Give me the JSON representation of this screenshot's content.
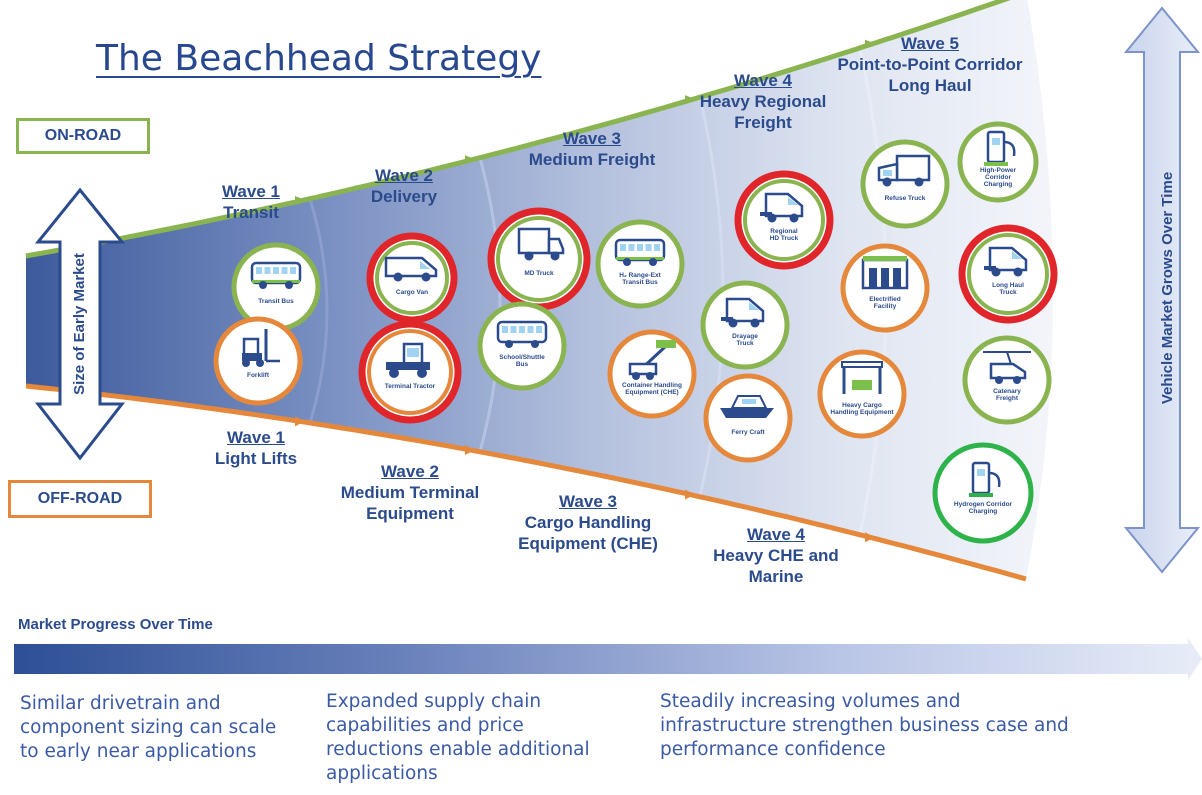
{
  "title": "The Beachhead Strategy",
  "on_road_label": "ON-ROAD",
  "off_road_label": "OFF-ROAD",
  "early_market_label": "Size of Early Market",
  "vehicle_market_label": "Vehicle Market Grows Over Time",
  "on_road_waves": [
    {
      "wave": "Wave 1",
      "lines": [
        "Transit"
      ]
    },
    {
      "wave": "Wave 2",
      "lines": [
        "Delivery"
      ]
    },
    {
      "wave": "Wave 3",
      "lines": [
        "Medium Freight"
      ]
    },
    {
      "wave": "Wave 4",
      "lines": [
        "Heavy Regional",
        "Freight"
      ]
    },
    {
      "wave": "Wave 5",
      "lines": [
        "Point-to-Point Corridor",
        "Long Haul"
      ]
    }
  ],
  "off_road_waves": [
    {
      "wave": "Wave 1",
      "lines": [
        "Light Lifts"
      ]
    },
    {
      "wave": "Wave 2",
      "lines": [
        "Medium Terminal",
        "Equipment"
      ]
    },
    {
      "wave": "Wave 3",
      "lines": [
        "Cargo Handling",
        "Equipment (CHE)"
      ]
    },
    {
      "wave": "Wave 4",
      "lines": [
        "Heavy CHE and",
        "Marine"
      ]
    }
  ],
  "nodes": [
    {
      "label": [
        "Transit Bus"
      ],
      "ring": "green",
      "icon": "bus-icon"
    },
    {
      "label": [
        "Forklift"
      ],
      "ring": "orange",
      "icon": "forklift-icon"
    },
    {
      "label": [
        "Cargo Van"
      ],
      "ring": "red-green",
      "icon": "van-icon"
    },
    {
      "label": [
        "Terminal Tractor"
      ],
      "ring": "red-orange",
      "icon": "terminal-tractor-icon"
    },
    {
      "label": [
        "MD Truck"
      ],
      "ring": "red-green",
      "icon": "truck-icon"
    },
    {
      "label": [
        "H₂ Range-Ext",
        "Transit Bus"
      ],
      "ring": "green",
      "icon": "bus-icon"
    },
    {
      "label": [
        "School/Shuttle",
        "Bus"
      ],
      "ring": "green",
      "icon": "school-bus-icon"
    },
    {
      "label": [
        "Container Handling",
        "Equipment (CHE)"
      ],
      "ring": "orange",
      "icon": "crane-icon"
    },
    {
      "label": [
        "Regional",
        "HD Truck"
      ],
      "ring": "red-green",
      "icon": "semi-truck-icon"
    },
    {
      "label": [
        "Drayage",
        "Truck"
      ],
      "ring": "green",
      "icon": "semi-truck-icon"
    },
    {
      "label": [
        "Ferry Craft"
      ],
      "ring": "orange",
      "icon": "ferry-icon"
    },
    {
      "label": [
        "Electrified",
        "Facility"
      ],
      "ring": "orange",
      "icon": "facility-icon"
    },
    {
      "label": [
        "Heavy Cargo",
        "Handling Equipment"
      ],
      "ring": "orange",
      "icon": "gantry-icon"
    },
    {
      "label": [
        "Refuse Truck"
      ],
      "ring": "green",
      "icon": "refuse-truck-icon"
    },
    {
      "label": [
        "High-Power",
        "Corridor",
        "Charging"
      ],
      "ring": "green",
      "icon": "charger-icon"
    },
    {
      "label": [
        "Long Haul",
        "Truck"
      ],
      "ring": "red-green",
      "icon": "semi-truck-icon"
    },
    {
      "label": [
        "Catenary",
        "Freight"
      ],
      "ring": "green",
      "icon": "catenary-icon"
    },
    {
      "label": [
        "Hydrogen Corridor",
        "Charging"
      ],
      "ring": "bright-green",
      "icon": "hydrogen-pump-icon"
    }
  ],
  "progress_title": "Market Progress Over Time",
  "captions": [
    "Similar drivetrain and component sizing can scale to early near applications",
    "Expanded supply chain capabilities and price reductions enable additional applications",
    "Steadily increasing volumes and infrastructure strengthen business case and performance confidence"
  ],
  "colors": {
    "navy": "#2b4b8c",
    "green": "#8ab450",
    "orange": "#e5883c",
    "red": "#e0262b",
    "bright_green": "#2db34a"
  }
}
